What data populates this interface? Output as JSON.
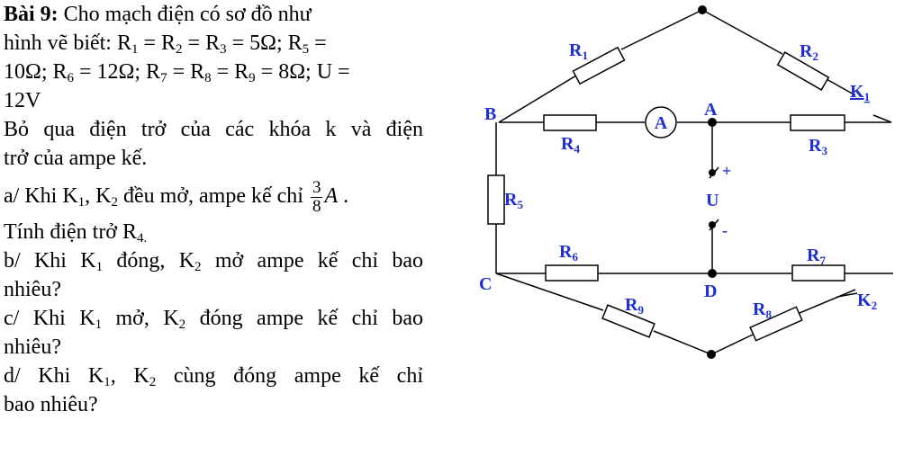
{
  "problem": {
    "title": "Bài 9:",
    "intro_1": " Cho mạch điện có sơ đồ như",
    "intro_2": "hình vẽ biết: R",
    "intro_values": {
      "r1": "1",
      "eq1": " =  R",
      "r2": "2",
      "eq2": " = R",
      "r3": "3",
      "eq3": " = 5Ω; R",
      "r5": "5",
      "eq5": " =",
      "l3a": "10Ω; R",
      "r6": "6",
      "eq6": " = 12Ω; R",
      "r7": "7",
      "eq7": " = R",
      "r8": "8",
      "eq8": " = R",
      "r9": "9",
      "eq9": " = 8Ω; U =",
      "l4": "12V"
    },
    "neglect_1": "Bỏ qua điện trở của các khóa k và điện",
    "neglect_2": "trở của ampe kế.",
    "part_a": {
      "pre": "a/ Khi K",
      "k1": "1",
      "mid": ", K",
      "k2": "2",
      "post": " đều mở, ampe kế chỉ ",
      "frac_num": "3",
      "frac_den": "8",
      "unit": "A",
      "end": " ."
    },
    "part_a2": {
      "pre": "Tính điện trở R",
      "sub": "4."
    },
    "part_b": {
      "pre": "b/ Khi K",
      "k1": "1",
      "mid": " đóng, K",
      "k2": "2",
      "post": " mở ampe kế chỉ bao",
      "line2": "nhiêu?"
    },
    "part_c": {
      "pre": "c/ Khi K",
      "k1": "1",
      "mid": " mở, K",
      "k2": "2",
      "post": " đóng ampe kế chỉ bao",
      "line2": "nhiêu?"
    },
    "part_d": {
      "pre": "d/ Khi K",
      "k1": "1",
      "mid": ", K",
      "k2": "2",
      "post": " cùng đóng ampe kế chỉ",
      "line2": "bao nhiêu?"
    }
  },
  "circuit": {
    "r1": "R",
    "r1_sub": "1",
    "r2": "R",
    "r2_sub": "2",
    "r3": "R",
    "r3_sub": "3",
    "r4": "R",
    "r4_sub": "4",
    "r5": "R",
    "r5_sub": "5",
    "r6": "R",
    "r6_sub": "6",
    "r7": "R",
    "r7_sub": "7",
    "r8": "R",
    "r8_sub": "8",
    "r9": "R",
    "r9_sub": "9",
    "k1": "K",
    "k1_sub": "1",
    "k2": "K",
    "k2_sub": "2",
    "node_a": "A",
    "node_b": "B",
    "node_c": "C",
    "node_d": "D",
    "ammeter": "A",
    "source": "U",
    "plus": "+",
    "minus": "-",
    "label_color": "#1f2fd6"
  }
}
